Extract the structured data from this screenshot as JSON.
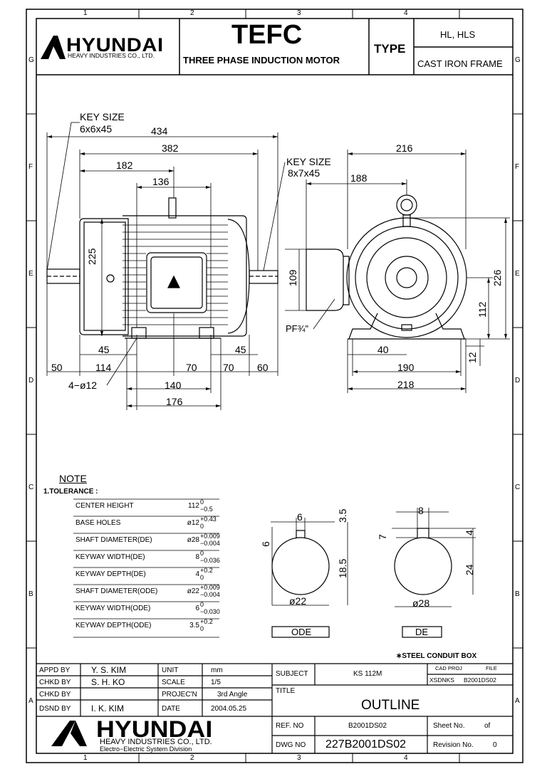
{
  "zones": {
    "top": [
      "1",
      "2",
      "3",
      "4"
    ],
    "left": [
      "G",
      "F",
      "E",
      "D",
      "C",
      "B",
      "A"
    ],
    "right": [
      "G",
      "F",
      "E",
      "D",
      "C",
      "B",
      "A"
    ],
    "bottom": [
      "1",
      "2",
      "3",
      "4"
    ]
  },
  "header": {
    "company": "HYUNDAI",
    "company_sub": "HEAVY INDUSTRIES CO., LTD.",
    "product": "TEFC",
    "product_sub": "THREE PHASE INDUCTION MOTOR",
    "type_label": "TYPE",
    "type_value": "HL, HLS",
    "frame": "CAST IRON FRAME"
  },
  "side_view": {
    "key_size_label": "KEY SIZE",
    "key_size_left": "6x6x45",
    "key_size_right_label": "KEY SIZE",
    "key_size_right": "8x7x45",
    "dim_434": "434",
    "dim_382": "382",
    "dim_182": "182",
    "dim_136": "136",
    "dim_225": "225",
    "dim_45_left": "45",
    "dim_45_right": "45",
    "dim_50": "50",
    "dim_114": "114",
    "dim_70a": "70",
    "dim_70b": "70",
    "dim_60": "60",
    "holes": "4−ø12",
    "dim_140": "140",
    "dim_176": "176"
  },
  "end_view": {
    "dim_216": "216",
    "dim_188": "188",
    "dim_109": "109",
    "dim_226": "226",
    "dim_112": "112",
    "pf": "PF¾\"",
    "dim_40": "40",
    "dim_12": "12",
    "dim_190": "190",
    "dim_218": "218"
  },
  "notes": {
    "title": "NOTE",
    "tolerance": "1.TOLERANCE :",
    "rows": [
      {
        "label": "CENTER HEIGHT",
        "value": "112",
        "upper": "0",
        "lower": "−0.5"
      },
      {
        "label": "BASE HOLES",
        "value": "ø12",
        "upper": "+0.43",
        "lower": "0"
      },
      {
        "label": "SHAFT DIAMETER(DE)",
        "value": "ø28",
        "upper": "+0.009",
        "lower": "−0.004"
      },
      {
        "label": "KEYWAY WIDTH(DE)",
        "value": "8",
        "upper": "0",
        "lower": "−0.036"
      },
      {
        "label": "KEYWAY DEPTH(DE)",
        "value": "4",
        "upper": "+0.2",
        "lower": "0"
      },
      {
        "label": "SHAFT DIAMETER(ODE)",
        "value": "ø22",
        "upper": "+0.009",
        "lower": "−0.004"
      },
      {
        "label": "KEYWAY WIDTH(ODE)",
        "value": "6",
        "upper": "0",
        "lower": "−0.030"
      },
      {
        "label": "KEYWAY DEPTH(ODE)",
        "value": "3.5",
        "upper": "+0.2",
        "lower": "0"
      }
    ]
  },
  "shafts": {
    "ode": {
      "w": "6",
      "h": "6",
      "depth": "3.5",
      "d": "18.5",
      "dia": "ø22",
      "label": "ODE"
    },
    "de": {
      "w": "8",
      "h": "7",
      "depth": "4",
      "d": "24",
      "dia": "ø28",
      "label": "DE"
    }
  },
  "conduit_note": "∗STEEL CONDUIT BOX",
  "title_block": {
    "appd_by": "APPD BY",
    "appd_name": "Y. S. KIM",
    "chkd_by1": "CHKD BY",
    "chkd_name1": "S. H. KO",
    "chkd_by2": "CHKD BY",
    "chkd_name2": "",
    "dsnd_by": "DSND BY",
    "dsnd_name": "I. K. KIM",
    "unit_label": "UNIT",
    "unit": "mm",
    "scale_label": "SCALE",
    "scale": "1/5",
    "projec_label": "PROJEC'N",
    "projec": "3rd Angle",
    "date_label": "DATE",
    "date": "2004.05.25",
    "subject_label": "SUBJECT",
    "subject": "KS 112M",
    "cad_proj": "CAD PROJ",
    "file": "FILE",
    "cad_path_a": "XSDNKS",
    "cad_path_b": "B2001DS02",
    "title_label": "TITLE",
    "title": "OUTLINE",
    "ref_label": "REF. NO",
    "ref": "B2001DS02",
    "sheet_label": "Sheet No.",
    "sheet_of": "of",
    "dwg_label": "DWG NO",
    "dwg": "227B2001DS02",
    "rev_label": "Revision No.",
    "rev": "0",
    "company": "HYUNDAI",
    "company_sub": "HEAVY INDUSTRIES CO., LTD.",
    "division": "Electro−Electric System Division"
  }
}
